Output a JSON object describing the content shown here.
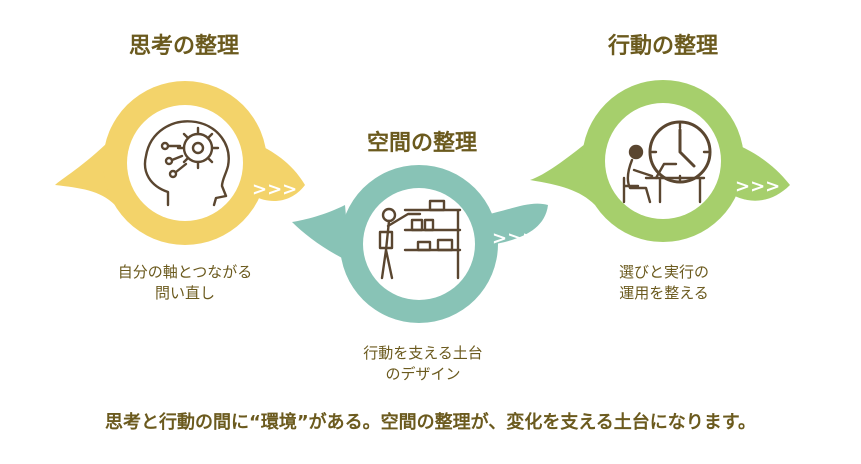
{
  "stages": [
    {
      "title": "思考の整理",
      "desc_lines": [
        "自分の軸とつながる",
        "問い直し"
      ],
      "color": "#f3d36a",
      "icon": "brain-gear-head-icon"
    },
    {
      "title": "空間の整理",
      "desc_lines": [
        "行動を支える土台",
        "のデザイン"
      ],
      "color": "#88c3b6",
      "icon": "person-shelf-icon"
    },
    {
      "title": "行動の整理",
      "desc_lines": [
        "選びと実行の",
        "運用を整える"
      ],
      "color": "#a6cf6c",
      "icon": "person-desk-clock-icon"
    }
  ],
  "arrow_glyph": ">>>",
  "footer": "思考と行動の間に“環境”がある。空間の整理が、変化を支える土台になります。",
  "colors": {
    "text": "#6b5a1e",
    "icon": "#5a4630"
  }
}
